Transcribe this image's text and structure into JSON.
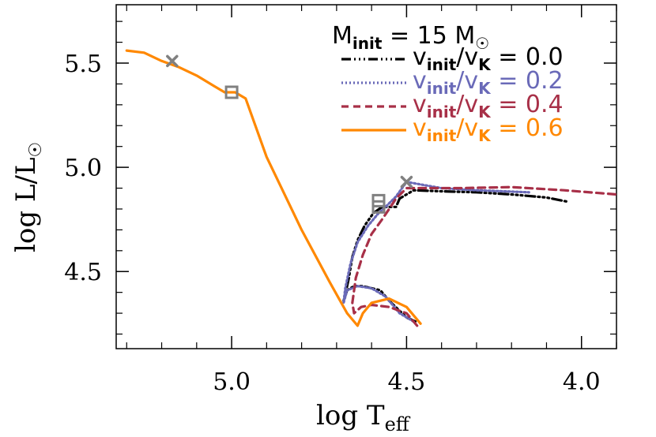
{
  "chart_data": {
    "type": "line",
    "xlabel": "log T",
    "xlabel_sub": "eff",
    "ylabel": "log L/L",
    "ylabel_sub": "☉",
    "xlim": [
      5.33,
      3.9
    ],
    "ylim": [
      4.13,
      5.78
    ],
    "x_reversed": true,
    "grid": false,
    "xticks": [
      {
        "value": 5.0,
        "label": "5.0"
      },
      {
        "value": 4.5,
        "label": "4.5"
      },
      {
        "value": 4.0,
        "label": "4.0"
      }
    ],
    "yticks": [
      {
        "value": 5.5,
        "label": "5.5"
      },
      {
        "value": 5.0,
        "label": "5.0"
      },
      {
        "value": 4.5,
        "label": "4.5"
      }
    ],
    "legend": {
      "placement": "top-right",
      "header": {
        "main": "M",
        "sub": "init",
        "mid": " = 15 M",
        "sym": "☉"
      },
      "entries": [
        {
          "base": "v",
          "sub1": "init",
          "mid": "/v",
          "sub2": "K",
          "value": " = 0.0",
          "color": "#000000",
          "dash": "12 4 2 4 2 4 2 4"
        },
        {
          "base": "v",
          "sub1": "init",
          "mid": "/v",
          "sub2": "K",
          "value": " = 0.2",
          "color": "#6a6ab8",
          "dash": "2 3"
        },
        {
          "base": "v",
          "sub1": "init",
          "mid": "/v",
          "sub2": "K",
          "value": " = 0.4",
          "color": "#a83048",
          "dash": "9 6"
        },
        {
          "base": "v",
          "sub1": "init",
          "mid": "/v",
          "sub2": "K",
          "value": " = 0.6",
          "color": "#ff8800",
          "dash": ""
        }
      ]
    },
    "series": [
      {
        "name": "vinit/vK = 0.0",
        "color": "#000000",
        "dash": "12 4 2 4 2 4 2 4",
        "x": [
          4.475,
          4.5,
          4.55,
          4.575,
          4.6,
          4.625,
          4.65,
          4.67,
          4.68,
          4.675,
          4.665,
          4.655,
          4.64,
          4.62,
          4.595,
          4.57,
          4.55,
          4.53,
          4.52,
          4.48,
          4.4,
          4.3,
          4.2,
          4.1,
          4.04
        ],
        "y": [
          4.26,
          4.28,
          4.36,
          4.41,
          4.42,
          4.43,
          4.43,
          4.41,
          4.36,
          4.39,
          4.47,
          4.57,
          4.65,
          4.72,
          4.78,
          4.81,
          4.81,
          4.81,
          4.85,
          4.89,
          4.885,
          4.88,
          4.87,
          4.855,
          4.835
        ]
      },
      {
        "name": "vinit/vK = 0.2",
        "color": "#6a6ab8",
        "dash": "2 3",
        "x": [
          4.48,
          4.52,
          4.56,
          4.6,
          4.64,
          4.67,
          4.68,
          4.675,
          4.66,
          4.64,
          4.61,
          4.58,
          4.56,
          4.53,
          4.5,
          4.45,
          4.4,
          4.3,
          4.15
        ],
        "y": [
          4.26,
          4.3,
          4.38,
          4.42,
          4.43,
          4.41,
          4.35,
          4.42,
          4.54,
          4.64,
          4.72,
          4.78,
          4.81,
          4.86,
          4.93,
          4.915,
          4.9,
          4.89,
          4.88
        ]
      },
      {
        "name": "vinit/vK = 0.4",
        "color": "#a83048",
        "dash": "9 6",
        "x": [
          4.47,
          4.5,
          4.55,
          4.6,
          4.63,
          4.65,
          4.655,
          4.645,
          4.625,
          4.6,
          4.57,
          4.55,
          4.53,
          4.5,
          4.45,
          4.35,
          4.2,
          4.05,
          3.9
        ],
        "y": [
          4.24,
          4.3,
          4.33,
          4.34,
          4.33,
          4.3,
          4.35,
          4.47,
          4.58,
          4.68,
          4.75,
          4.8,
          4.85,
          4.9,
          4.9,
          4.9,
          4.905,
          4.89,
          4.87
        ]
      },
      {
        "name": "vinit/vK = 0.6",
        "color": "#ff8800",
        "dash": "",
        "x": [
          5.3,
          5.25,
          5.2,
          5.15,
          5.1,
          5.05,
          5.02,
          4.99,
          4.96,
          4.9,
          4.8,
          4.72,
          4.67,
          4.64,
          4.625,
          4.6,
          4.55,
          4.5,
          4.46
        ],
        "y": [
          5.56,
          5.55,
          5.51,
          5.48,
          5.44,
          5.39,
          5.36,
          5.36,
          5.33,
          5.05,
          4.7,
          4.45,
          4.3,
          4.24,
          4.3,
          4.35,
          4.37,
          4.33,
          4.25
        ]
      }
    ],
    "markers": [
      {
        "type": "cross",
        "x": 5.17,
        "y": 5.51,
        "color": "#808080"
      },
      {
        "type": "square",
        "x": 5.0,
        "y": 5.36,
        "color": "#808080"
      },
      {
        "type": "cross",
        "x": 4.5,
        "y": 4.93,
        "color": "#808080"
      },
      {
        "type": "square",
        "x": 4.58,
        "y": 4.84,
        "color": "#808080"
      },
      {
        "type": "square",
        "x": 4.58,
        "y": 4.81,
        "color": "#808080"
      }
    ]
  }
}
